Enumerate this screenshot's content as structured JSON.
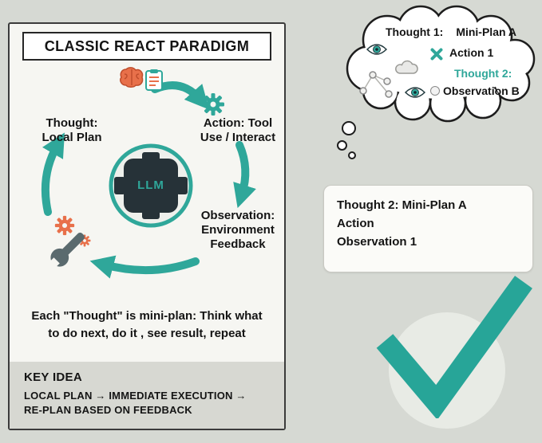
{
  "title": "CLASSIC REACT PARADIGM",
  "cycle": {
    "thought_l1": "Thought:",
    "thought_l2": "Local Plan",
    "action_l1": "Action: Tool",
    "action_l2": "Use / Interact",
    "observation_l1": "Observation:",
    "observation_l2": "Environment",
    "observation_l3": "Feedback",
    "center": "LLM"
  },
  "caption": {
    "l1": "Each \"Thought\" is mini-plan: Think what",
    "l2": "to do next, do it , see result, repeat"
  },
  "key_idea": {
    "heading": "KEY IDEA",
    "l1": "LOCAL PLAN → IMMEDIATE EXECUTION →",
    "l2": "RE-PLAN BASED ON FEEDBACK"
  },
  "bubble": {
    "thought1_label": "Thought 1:",
    "thought1_value": "Mini-Plan A",
    "action1": "Action 1",
    "thought2_label": "Thought 2:",
    "observation_b": "Observation B"
  },
  "result_box": {
    "l1": "Thought 2: Mini-Plan A",
    "l2": "Action",
    "l3": "Observation 1"
  },
  "colors": {
    "teal": "#2fa79a",
    "orange": "#e8704a",
    "dark_chip": "#263238",
    "background": "#d6d9d3"
  }
}
